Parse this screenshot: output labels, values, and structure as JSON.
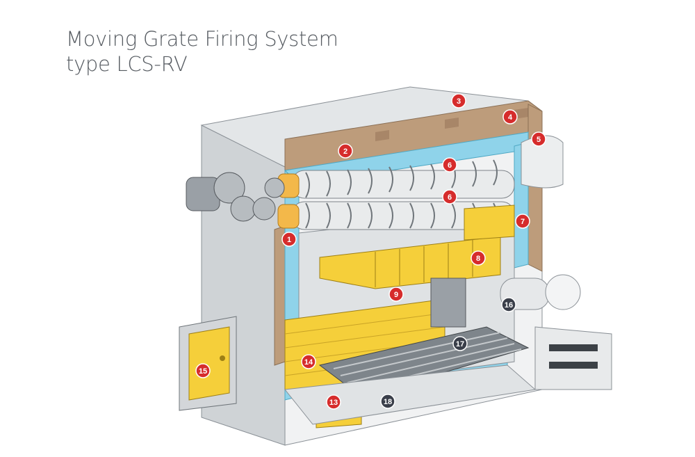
{
  "title": {
    "line1": "Moving Grate Firing System",
    "line2": "type LCS-RV"
  },
  "colors": {
    "red_badge": "#d62c2c",
    "dark_badge": "#3a3f4a",
    "refractory_yellow": "#f5cf3a",
    "brick_brown": "#b99a7a",
    "insulation_cyan": "#8fd3ea",
    "casing_grey": "#d9dcdf"
  },
  "callouts": [
    {
      "num": "1",
      "style": "red"
    },
    {
      "num": "2",
      "style": "red"
    },
    {
      "num": "3",
      "style": "red"
    },
    {
      "num": "4",
      "style": "red"
    },
    {
      "num": "5",
      "style": "red"
    },
    {
      "num": "6",
      "style": "red"
    },
    {
      "num": "6",
      "style": "red"
    },
    {
      "num": "7",
      "style": "red"
    },
    {
      "num": "8",
      "style": "red"
    },
    {
      "num": "9",
      "style": "red"
    },
    {
      "num": "13",
      "style": "red"
    },
    {
      "num": "14",
      "style": "red"
    },
    {
      "num": "15",
      "style": "red"
    },
    {
      "num": "16",
      "style": "dark"
    },
    {
      "num": "17",
      "style": "dark"
    },
    {
      "num": "18",
      "style": "dark"
    }
  ]
}
